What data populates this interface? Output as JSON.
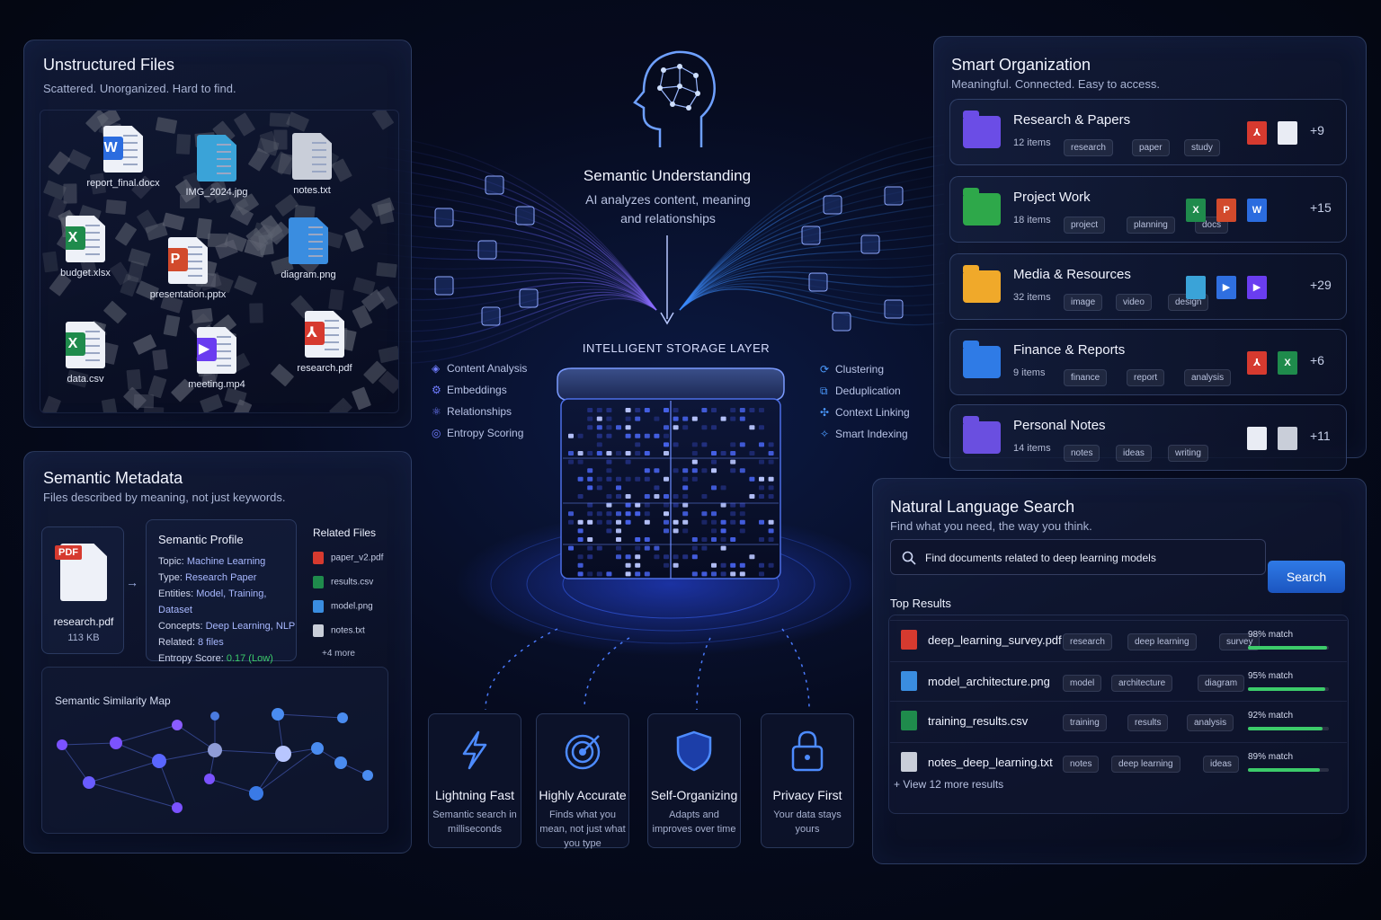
{
  "unstructured": {
    "title": "Unstructured Files",
    "subtitle": "Scattered. Unorganized. Hard to find.",
    "files": [
      {
        "name": "report_final.docx",
        "badge": "W",
        "color": "#2b6cdf"
      },
      {
        "name": "IMG_2024.jpg",
        "badge": "",
        "color": "#3aa3d8"
      },
      {
        "name": "notes.txt",
        "badge": "",
        "color": "#c9ced9"
      },
      {
        "name": "budget.xlsx",
        "badge": "X",
        "color": "#1f8b4c"
      },
      {
        "name": "presentation.pptx",
        "badge": "P",
        "color": "#d24a2c"
      },
      {
        "name": "diagram.png",
        "badge": "",
        "color": "#3a8de0"
      },
      {
        "name": "data.csv",
        "badge": "X",
        "color": "#1f8b4c"
      },
      {
        "name": "meeting.mp4",
        "badge": "▶",
        "color": "#6a3df0"
      },
      {
        "name": "research.pdf",
        "badge": "⅄",
        "color": "#d63a2f"
      }
    ]
  },
  "semantic": {
    "title": "Semantic Understanding",
    "subtitle": "AI analyzes content, meaning and relationships"
  },
  "storage": {
    "label": "INTELLIGENT STORAGE LAYER"
  },
  "left_features": [
    "Content Analysis",
    "Embeddings",
    "Relationships",
    "Entropy Scoring"
  ],
  "right_features": [
    "Clustering",
    "Deduplication",
    "Context Linking",
    "Smart Indexing"
  ],
  "feature_boxes": [
    {
      "title": "Lightning Fast",
      "desc": "Semantic search in milliseconds",
      "icon": "lightning-icon"
    },
    {
      "title": "Highly Accurate",
      "desc": "Finds what you mean, not just what you type",
      "icon": "target-icon"
    },
    {
      "title": "Self-Organizing",
      "desc": "Adapts and improves over time",
      "icon": "shield-icon"
    },
    {
      "title": "Privacy First",
      "desc": "Your data stays yours",
      "icon": "lock-icon"
    }
  ],
  "organization": {
    "title": "Smart Organization",
    "subtitle": "Meaningful. Connected. Easy to access.",
    "folders": [
      {
        "name": "Research & Papers",
        "count": "12 items",
        "tags": [
          "research",
          "paper",
          "study"
        ],
        "more": "+9",
        "color": "#6b4de6"
      },
      {
        "name": "Project Work",
        "count": "18 items",
        "tags": [
          "project",
          "planning",
          "docs"
        ],
        "more": "+15",
        "color": "#2ea84a"
      },
      {
        "name": "Media & Resources",
        "count": "32 items",
        "tags": [
          "image",
          "video",
          "design"
        ],
        "more": "+29",
        "color": "#f0a92a"
      },
      {
        "name": "Finance & Reports",
        "count": "9 items",
        "tags": [
          "finance",
          "report",
          "analysis"
        ],
        "more": "+6",
        "color": "#2f7be6"
      },
      {
        "name": "Personal Notes",
        "count": "14 items",
        "tags": [
          "notes",
          "ideas",
          "writing"
        ],
        "more": "+11",
        "color": "#6a4fe0"
      }
    ]
  },
  "metadata": {
    "title": "Semantic Metadata",
    "subtitle": "Files described by meaning, not just keywords.",
    "file_name": "research.pdf",
    "file_size": "113 KB",
    "file_badge": "PDF",
    "profile_title": "Semantic Profile",
    "profile": [
      {
        "k": "Topic:",
        "v": "Machine Learning"
      },
      {
        "k": "Type:",
        "v": "Research Paper"
      },
      {
        "k": "Entities:",
        "v": "Model, Training, Dataset"
      },
      {
        "k": "Concepts:",
        "v": "Deep Learning, NLP"
      },
      {
        "k": "Related:",
        "v": "8 files"
      }
    ],
    "entropy_label": "Entropy Score:",
    "entropy_value": "0.17 (Low)",
    "related_title": "Related Files",
    "related": [
      "paper_v2.pdf",
      "results.csv",
      "model.png",
      "notes.txt"
    ],
    "related_more": "+4 more",
    "map_title": "Semantic Similarity Map"
  },
  "search": {
    "title": "Natural Language Search",
    "subtitle": "Find what you need, the way you think.",
    "query": "Find documents related to deep learning models",
    "button": "Search",
    "results_title": "Top Results",
    "results": [
      {
        "name": "deep_learning_survey.pdf",
        "tags": [
          "research",
          "deep learning",
          "survey"
        ],
        "match": "98% match",
        "pct": 0.98,
        "color": "#d63a2f"
      },
      {
        "name": "model_architecture.png",
        "tags": [
          "model",
          "architecture",
          "diagram"
        ],
        "match": "95% match",
        "pct": 0.95,
        "color": "#3a8de0"
      },
      {
        "name": "training_results.csv",
        "tags": [
          "training",
          "results",
          "analysis"
        ],
        "match": "92% match",
        "pct": 0.92,
        "color": "#1f8b4c"
      },
      {
        "name": "notes_deep_learning.txt",
        "tags": [
          "notes",
          "deep learning",
          "ideas"
        ],
        "match": "89% match",
        "pct": 0.89,
        "color": "#c9ced9"
      }
    ],
    "view_more": "View 12 more results"
  },
  "colors": {
    "accent": "#2f6fe0",
    "purple": "#6d5cff",
    "green": "#3ccb6a"
  }
}
